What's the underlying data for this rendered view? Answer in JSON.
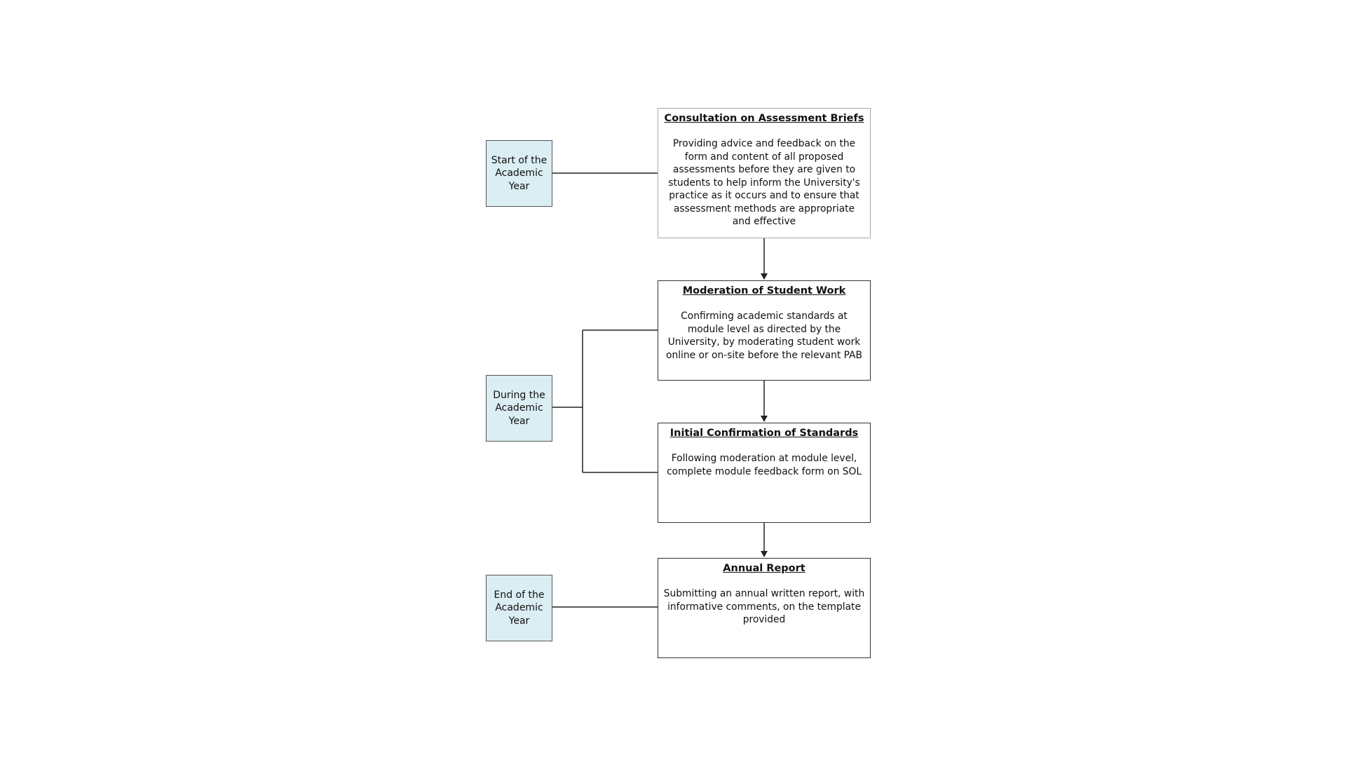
{
  "phases": {
    "start": "Start of the Academic Year",
    "during": "During the Academic Year",
    "end": "End of the Academic Year"
  },
  "steps": [
    {
      "title": "Consultation on Assessment Briefs",
      "body": "Providing advice and feedback on the form and content of all proposed assessments before they are given to students to help inform the University's practice as it occurs and to ensure that assessment methods are appropriate and effective"
    },
    {
      "title": "Moderation of Student Work",
      "body": "Confirming academic standards at module level as directed by the University, by moderating student work online or on-site before the relevant PAB"
    },
    {
      "title": "Initial Confirmation of Standards",
      "body": "Following moderation at module level, complete module feedback form on SOL"
    },
    {
      "title": "Annual Report",
      "body": "Submitting an annual written report, with informative comments, on the template provided"
    }
  ],
  "colors": {
    "phase_fill": "#daeef3",
    "line": "#222222"
  }
}
